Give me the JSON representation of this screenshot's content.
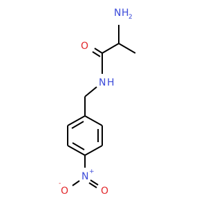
{
  "molecule": {
    "atoms": {
      "amino_n": {
        "symbol": "N",
        "hydrogens": "H",
        "subscript": "2",
        "color": "#3b4ad9"
      },
      "carbonyl_o": {
        "symbol": "O",
        "color": "#e2262a"
      },
      "amide_n": {
        "symbol": "N",
        "hydrogens": "H",
        "color": "#3b4ad9"
      },
      "nitro_n": {
        "symbol": "N",
        "charge": "+",
        "color": "#3b4ad9"
      },
      "nitro_o_top": {
        "symbol": "O",
        "color": "#e2262a"
      },
      "nitro_o_left": {
        "symbol": "O",
        "charge": "-",
        "color": "#e2262a"
      },
      "nitro_o_right": {
        "symbol": "O",
        "color": "#e2262a"
      }
    },
    "bond_color": "#000000"
  }
}
